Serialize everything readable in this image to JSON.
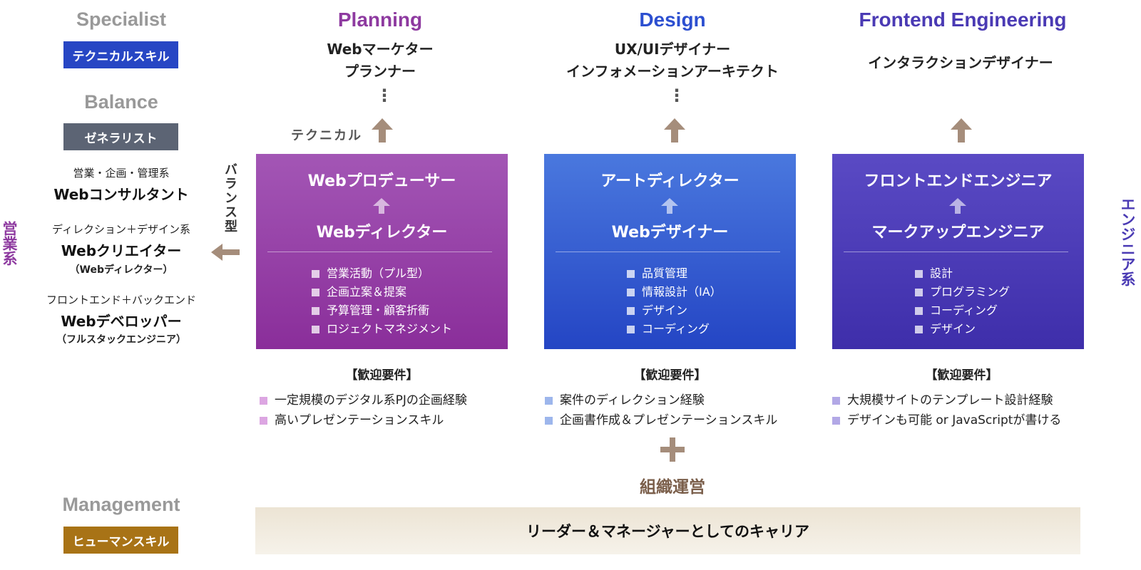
{
  "left": {
    "specialist_heading": "Specialist",
    "specialist_tag": "テクニカルスキル",
    "balance_heading": "Balance",
    "balance_tag": "ゼネラリスト",
    "roles": [
      {
        "sub": "営業・企画・管理系",
        "main": "Webコンサルタント",
        "paren": ""
      },
      {
        "sub": "ディレクション＋デザイン系",
        "main": "Webクリエイター",
        "paren": "（Webディレクター）"
      },
      {
        "sub": "フロントエンド＋バックエンド",
        "main": "Webデベロッパー",
        "paren": "（フルスタックエンジニア）"
      }
    ],
    "management_heading": "Management",
    "management_tag": "ヒューマンスキル"
  },
  "side_labels": {
    "left": "営業系",
    "right": "エンジニア系",
    "balance_type": "バランス型",
    "technical": "テクニカル"
  },
  "columns": [
    {
      "heading": "Planning",
      "top_roles": [
        "Webマーケター",
        "プランナー"
      ],
      "box_top": "Webプロデューサー",
      "box_bottom": "Webディレクター",
      "skills": [
        "営業活動（プル型）",
        "企画立案＆提案",
        "予算管理・顧客折衝",
        "ロジェクトマネジメント"
      ],
      "req_heading": "【歓迎要件】",
      "requirements": [
        "一定規模のデジタル系PJの企画経験",
        "高いプレゼンテーションスキル"
      ]
    },
    {
      "heading": "Design",
      "top_roles": [
        "UX/UIデザイナー",
        "インフォメーションアーキテクト"
      ],
      "box_top": "アートディレクター",
      "box_bottom": "Webデザイナー",
      "skills": [
        "品質管理",
        "情報設計（IA）",
        "デザイン",
        "コーディング"
      ],
      "req_heading": "【歓迎要件】",
      "requirements": [
        "案件のディレクション経験",
        "企画書作成＆プレゼンテーションスキル"
      ]
    },
    {
      "heading": "Frontend Engineering",
      "top_roles": [
        "インタラクションデザイナー"
      ],
      "box_top": "フロントエンドエンジニア",
      "box_bottom": "マークアップエンジニア",
      "skills": [
        "設計",
        "プログラミング",
        "コーディング",
        "デザイン"
      ],
      "req_heading": "【歓迎要件】",
      "requirements": [
        "大規模サイトのテンプレート設計経験",
        "デザインも可能 or JavaScriptが書ける"
      ]
    }
  ],
  "bottom": {
    "organization": "組織運営",
    "career": "リーダー＆マネージャーとしてのキャリア"
  },
  "colors": {
    "planning": "#8e3aa0",
    "design": "#2c4fd0",
    "engineering": "#4a3ab4",
    "arrow": "#a58d7b",
    "specialist_tag": "#2746c4",
    "balance_tag": "#5c6474",
    "management_tag": "#a87316"
  }
}
